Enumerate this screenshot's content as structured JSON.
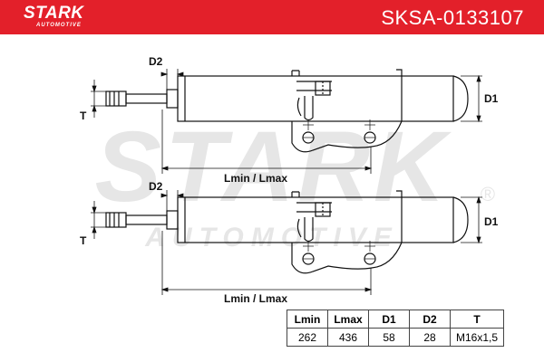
{
  "header": {
    "brand": "STARK",
    "brand_sub": "AUTOMOTIVE",
    "part_number": "SKSA-0133107",
    "color": "#e3202a"
  },
  "watermark": {
    "brand": "STARK",
    "sub": "AUTOMOTIVE",
    "registered_mark": "®"
  },
  "drawing": {
    "top_view": {
      "label_d2": "D2",
      "label_d1": "D1",
      "label_t": "T",
      "label_length": "Lmin / Lmax"
    },
    "bottom_view": {
      "label_d2": "D2",
      "label_d1": "D1",
      "label_t": "T",
      "label_length": "Lmin / Lmax"
    }
  },
  "spec_table": {
    "headers": [
      "Lmin",
      "Lmax",
      "D1",
      "D2",
      "T"
    ],
    "values": [
      "262",
      "436",
      "58",
      "28",
      "M16x1,5"
    ]
  }
}
